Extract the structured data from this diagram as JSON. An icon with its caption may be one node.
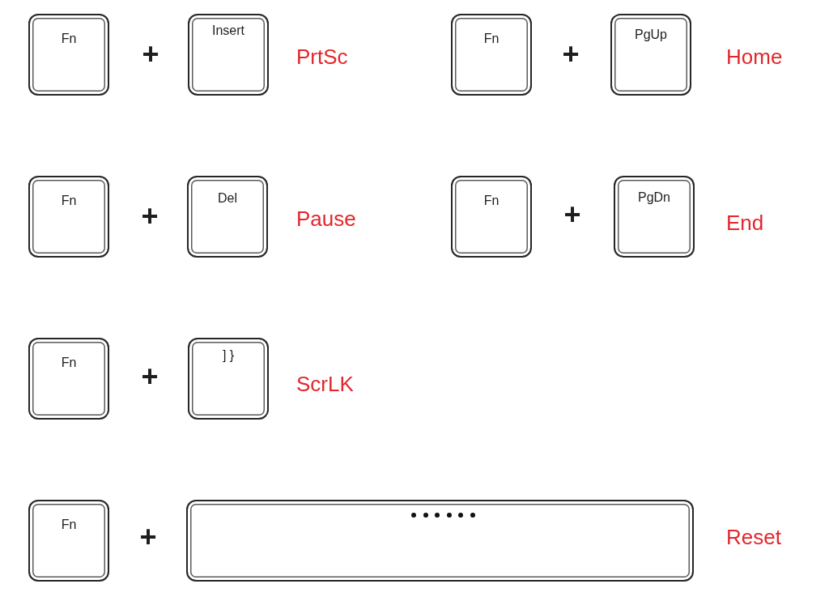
{
  "diagram": {
    "nodes": [
      {
        "text": [
          "Fn"
        ]
      },
      {
        "text": [
          "Insert"
        ]
      },
      {
        "text": [
          "Fn"
        ]
      },
      {
        "text": [
          "PgUp"
        ]
      },
      {
        "text": [
          "Fn"
        ]
      },
      {
        "text": [
          "Del"
        ]
      },
      {
        "text": [
          "Fn"
        ]
      },
      {
        "text": [
          "PgDn"
        ]
      },
      {
        "text": [
          "Fn"
        ]
      },
      {
        "text": [
          "] }"
        ]
      },
      {
        "text": [
          "Fn"
        ]
      },
      {
        "text": [],
        "shape": "box"
      }
    ],
    "labels": [
      "+",
      "PrtSc",
      "+",
      "Home",
      "+",
      "Pause",
      "+",
      "End",
      "+",
      "ScrLK",
      "+",
      "Reset"
    ]
  }
}
